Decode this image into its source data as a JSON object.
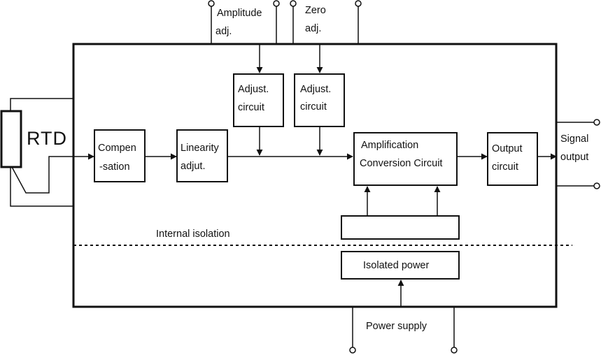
{
  "sensor": {
    "label": "RTD"
  },
  "top_inputs": {
    "amplitude_line1": "Amplitude",
    "amplitude_line2": "adj.",
    "zero_line1": "Zero",
    "zero_line2": "adj."
  },
  "blocks": {
    "compensation_line1": "Compen",
    "compensation_line2": "-sation",
    "linearity_line1": "Linearity",
    "linearity_line2": "adjut.",
    "adjust1_line1": "Adjust.",
    "adjust1_line2": "circuit",
    "adjust2_line1": "Adjust.",
    "adjust2_line2": "circuit",
    "amplification_line1": "Amplification",
    "amplification_line2": "Conversion Circuit",
    "output_line1": "Output",
    "output_line2": "circuit",
    "isolated_power": "Isolated power"
  },
  "isolation": {
    "label": "Internal isolation"
  },
  "signal_output": {
    "line1": "Signal",
    "line2": "output"
  },
  "power": {
    "label": "Power supply"
  },
  "colors": {
    "stroke": "#111111",
    "background": "#ffffff"
  }
}
